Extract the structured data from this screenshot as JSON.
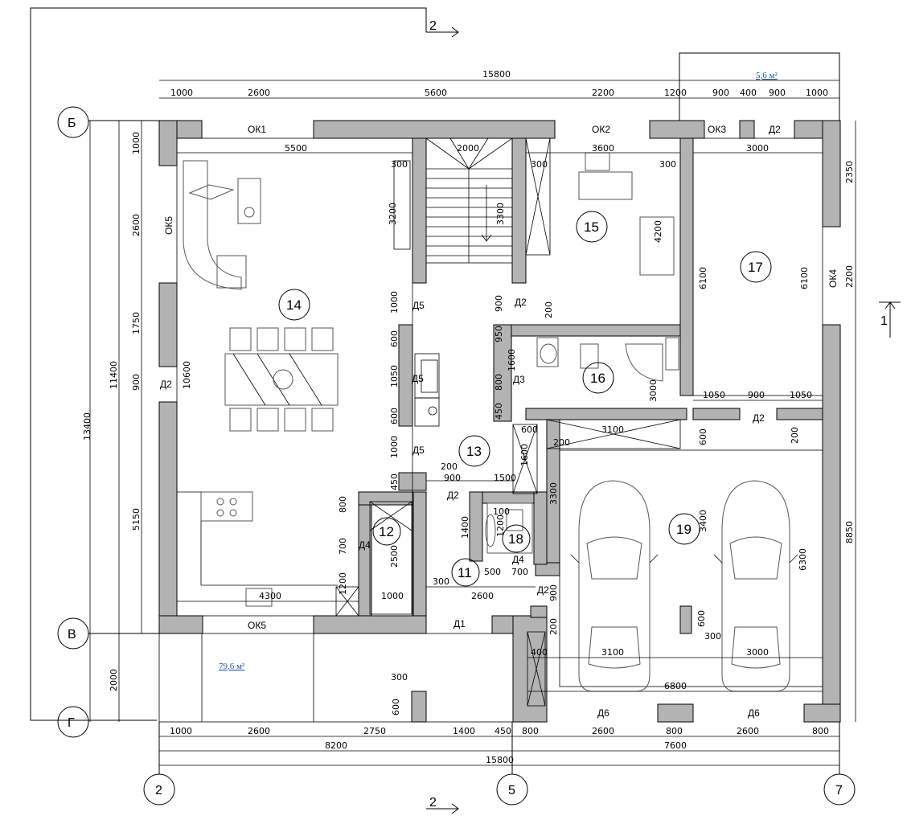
{
  "section_marks": {
    "top": "2",
    "bottom": "2",
    "right": "1"
  },
  "axes": {
    "rows": [
      "Б",
      "В",
      "Г"
    ],
    "cols": [
      "2",
      "5",
      "7"
    ]
  },
  "areas": {
    "roof": "5,6 м²",
    "terrace": "79,6 м²"
  },
  "rooms": {
    "r11": "11",
    "r12": "12",
    "r13": "13",
    "r14": "14",
    "r15": "15",
    "r16": "16",
    "r17": "17",
    "r18": "18",
    "r19": "19"
  },
  "windows": {
    "ok1": "ОК1",
    "ok2": "ОК2",
    "ok3": "ОК3",
    "ok4": "ОК4",
    "ok5_left": "ОК5",
    "ok5_bottom": "ОК5"
  },
  "doors": {
    "d1": "Д1",
    "d2_top": "Д2",
    "d2_left": "Д2",
    "d2_right": "Д2",
    "d2_mid": "Д2",
    "d2_stair": "Д2",
    "d2_garage": "Д2",
    "d3": "Д3",
    "d4_a": "Д4",
    "d4_b": "Д4",
    "d5_a": "Д5",
    "d5_b": "Д5",
    "d5_c": "Д5",
    "d6_a": "Д6",
    "d6_b": "Д6"
  },
  "dims_top": {
    "overall": "15800",
    "segments": [
      "1000",
      "2600",
      "5600",
      "2200",
      "1200",
      "900",
      "400",
      "900",
      "1000"
    ]
  },
  "dims_bottom": {
    "segments": [
      "1000",
      "2600",
      "2750",
      "1400",
      "450",
      "800",
      "2600",
      "800",
      "2600",
      "800"
    ],
    "sub_left": "8200",
    "sub_right": "7600",
    "overall": "15800"
  },
  "dims_left": {
    "overall": "13400",
    "sub": "11400",
    "sub_bottom": "2000",
    "segments": [
      "1000",
      "2600",
      "1750",
      "900",
      "5150"
    ],
    "inner": "10600"
  },
  "dims_right": {
    "segments": [
      "2350",
      "2200",
      "8850"
    ]
  },
  "dims_inner": {
    "d5500": "5500",
    "d2000": "2000",
    "d3600": "3600",
    "d3000": "3000",
    "d300a": "300",
    "d300b": "300",
    "d300c": "300",
    "d3200": "3200",
    "d3300": "3300",
    "d4200": "4200",
    "d6100a": "6100",
    "d6100b": "6100",
    "d1000a": "1000",
    "d900a": "900",
    "d200a": "200",
    "d950": "950",
    "d600a": "600",
    "d1600": "1600",
    "d1050": "1050",
    "d800a": "800",
    "d600b": "600",
    "d450a": "450",
    "d3000b": "3000",
    "d1050b": "1050",
    "d900b": "900",
    "d1050c": "1050",
    "d200b": "200",
    "d3100": "3100",
    "d600c": "600",
    "d600d": "600",
    "d200c": "200",
    "d1600b": "1600",
    "d1000b": "1000",
    "d200d": "200",
    "d900c": "900",
    "d1500": "1500",
    "d3300b": "3300",
    "d450b": "450",
    "d800b": "800",
    "d700a": "700",
    "d2500": "2500",
    "d1400": "1400",
    "d1200": "1200",
    "d100": "100",
    "d500": "500",
    "d700b": "700",
    "d300d": "300",
    "d2600": "2600",
    "d4300": "4300",
    "d1200b": "1200",
    "d1000c": "1000",
    "d900d": "900",
    "d200e": "200",
    "d400": "400",
    "d3100b": "3100",
    "d600e": "600",
    "d300e": "300",
    "d3000c": "3000",
    "d6800": "6800",
    "d3400": "3400",
    "d6300": "6300",
    "d300f": "300",
    "d600f": "600"
  }
}
